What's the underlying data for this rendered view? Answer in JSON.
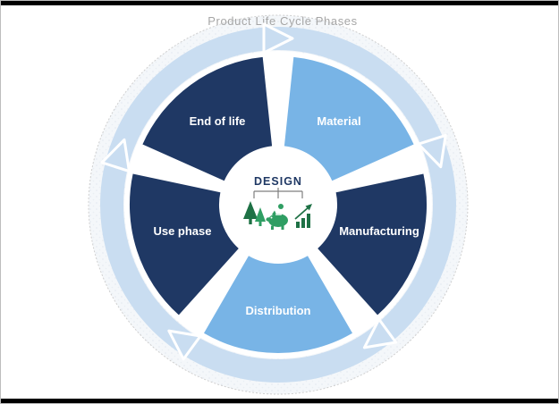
{
  "diagram": {
    "title": "Product Life Cycle Phases",
    "center": {
      "label": "DESIGN"
    },
    "phases": [
      {
        "id": "end-of-life",
        "label": "End of life",
        "tone": "dark"
      },
      {
        "id": "material",
        "label": "Material",
        "tone": "light"
      },
      {
        "id": "manufacturing",
        "label": "Manufacturing",
        "tone": "dark"
      },
      {
        "id": "distribution",
        "label": "Distribution",
        "tone": "light"
      },
      {
        "id": "use-phase",
        "label": "Use phase",
        "tone": "dark"
      }
    ],
    "center_icons": [
      {
        "name": "trees-icon"
      },
      {
        "name": "piggy-bank-icon"
      },
      {
        "name": "growth-chart-icon"
      }
    ],
    "colors": {
      "dark_segment": "#1F3864",
      "light_segment": "#78B4E6",
      "outer_ring": "#C9DDF1",
      "background_circle": "#F4F7FA",
      "label_text": "#FFFFFF",
      "title_text": "#A6A6A6",
      "center_text": "#1F3864",
      "icon_green_dark": "#1E7145",
      "icon_green": "#2F9E63",
      "connector": "#7F7F7F"
    }
  }
}
